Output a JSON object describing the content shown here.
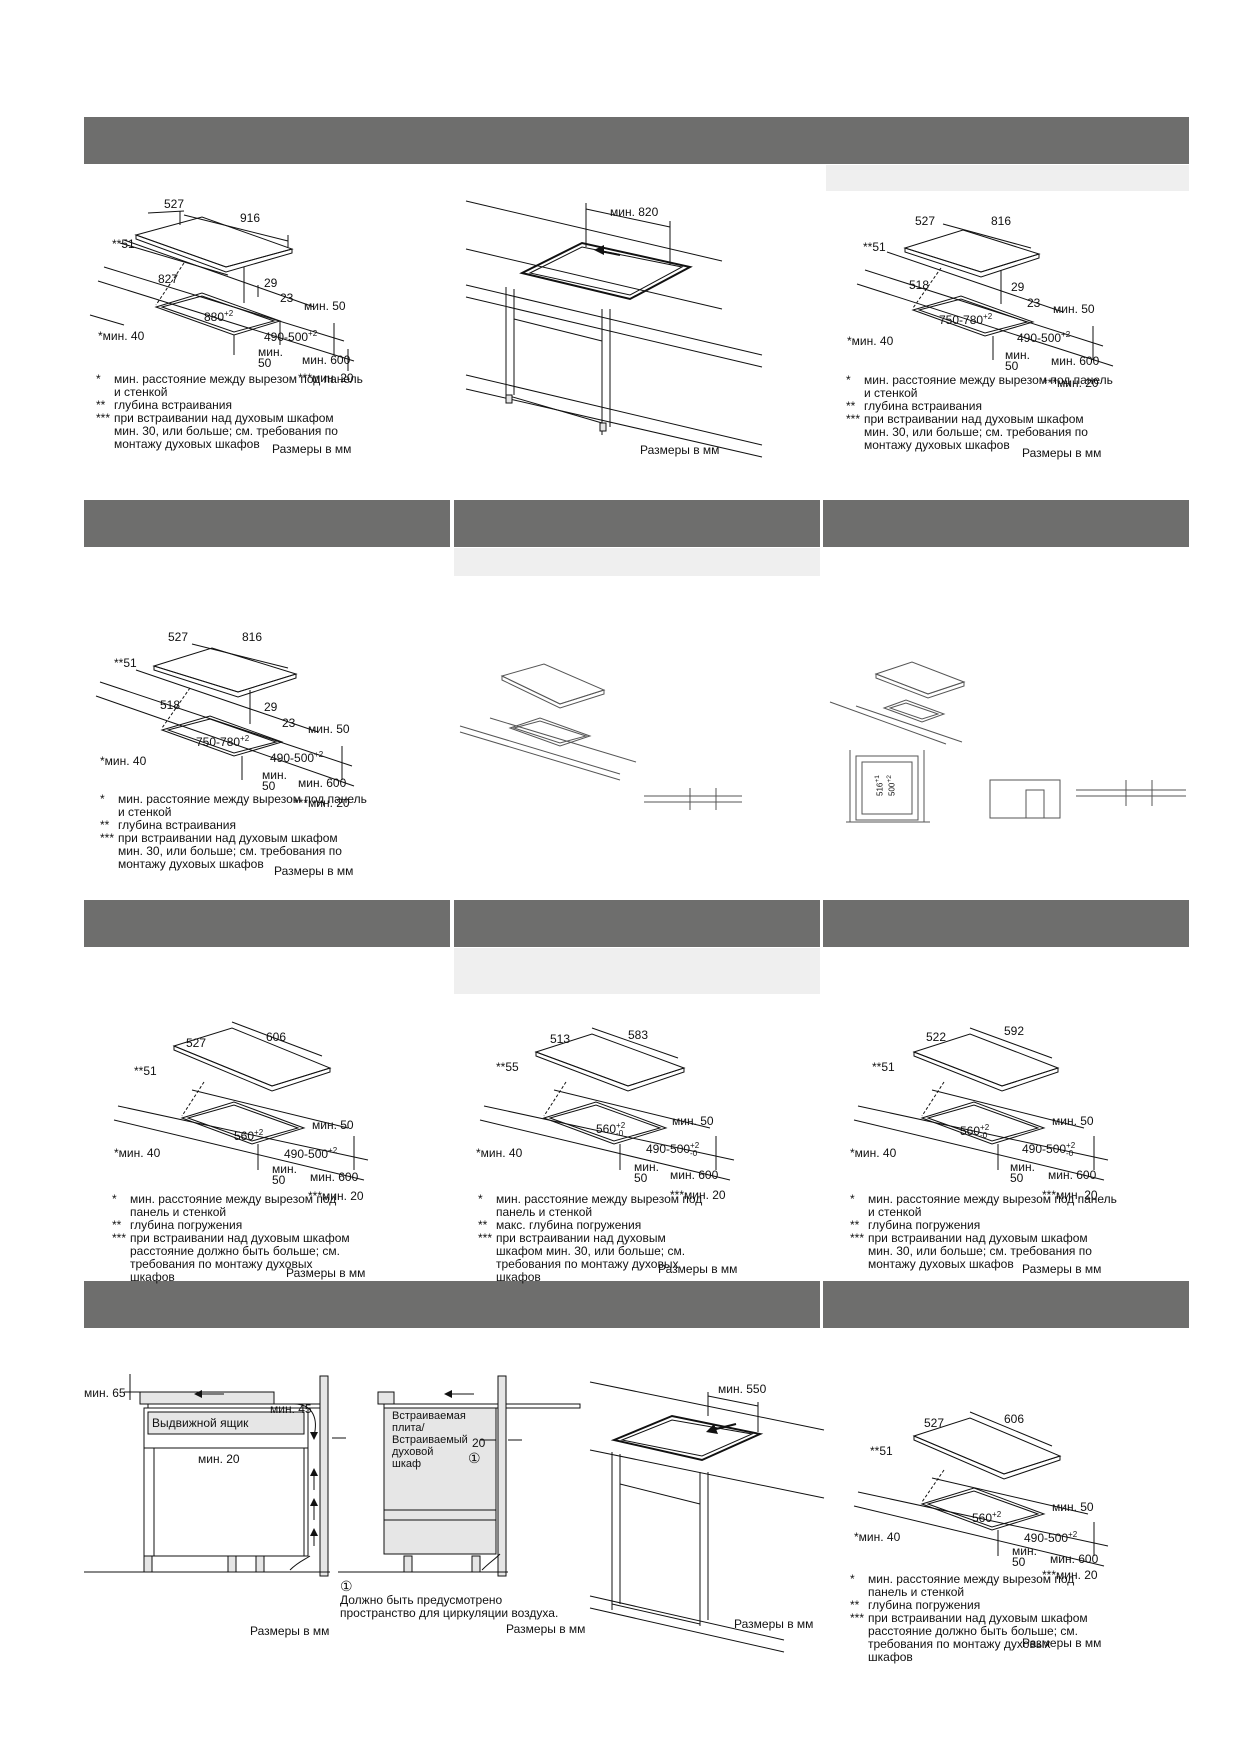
{
  "common": {
    "units": "Размеры в мм",
    "dims": {
      "min40": "*мин. 40",
      "min50": "мин. 50",
      "min50a": "мин.",
      "min50b": "50",
      "min600": "мин. 600",
      "min20": "***мин. 20",
      "depth51": "**51",
      "depth55": "**55",
      "cut490": "490-500",
      "cut490_tol": "+2",
      "d29": "29",
      "d23": "23",
      "d827": "827",
      "d518": "518"
    },
    "marks": {
      "m1": "*",
      "m2": "**",
      "m3": "***"
    },
    "notes": {
      "n1": "мин. расстояние между вырезом под панель и стенкой",
      "n2_build": "глубина встраивания",
      "n2_immerse": "глубина погружения",
      "n2_max": "макс. глубина погружения",
      "n3_a": "при встраивании над духовым шкафом мин. 30, или больше; см. требования по монтажу духовых шкафов",
      "n3_b": "при встраивании над духовым шкафом расстояние должно быть больше; см. требования по монтажу духовых шкафов",
      "n3_c": "при встраивании над духовым шкафом мин. 30, или больше; см. требования по монтажу духовых шкафов"
    }
  },
  "panel1": {
    "w": "916",
    "d": "527",
    "cut": "880",
    "cut_tol": "+2"
  },
  "panel2": {
    "dim": "мин. 820"
  },
  "panel3": {
    "w": "816",
    "d": "527",
    "cut": "750-780",
    "cut_tol": "+2"
  },
  "panel4": {
    "w": "816",
    "d": "527",
    "cut": "750-780",
    "cut_tol": "+2"
  },
  "panel6": {
    "a": "516",
    "a_tol": "+1",
    "b": "500",
    "b_tol": "+2"
  },
  "panel7": {
    "w": "606",
    "d": "527",
    "cut": "560",
    "cut_tol": "+2"
  },
  "panel8": {
    "w": "583",
    "d": "513",
    "cut": "560",
    "cut_tol": "+2",
    "cut_tol2": "-0",
    "cut490_tol2": "-0"
  },
  "panel9": {
    "w": "592",
    "d": "522",
    "cut": "560",
    "cut_tol": "+2",
    "cut_tol2": "-0",
    "cut490_tol2": "-0"
  },
  "panel10": {
    "min65": "мин. 65",
    "min45": "мин. 45",
    "min20": "мин. 20",
    "drawer": "Выдвижной ящик",
    "oven_l1": "Встраиваемая",
    "oven_l2": "плита/",
    "oven_l3": "Встраиваемый",
    "oven_l4": "духовой",
    "oven_l5": "шкаф",
    "gap20": "20",
    "circle": "①",
    "air_l1": "Должно быть предусмотрено",
    "air_l2": "пространство для циркуляции воздуха.",
    "min550": "мин. 550"
  },
  "panel11": {
    "w": "606",
    "d": "527",
    "cut": "560",
    "cut_tol": "+2"
  }
}
